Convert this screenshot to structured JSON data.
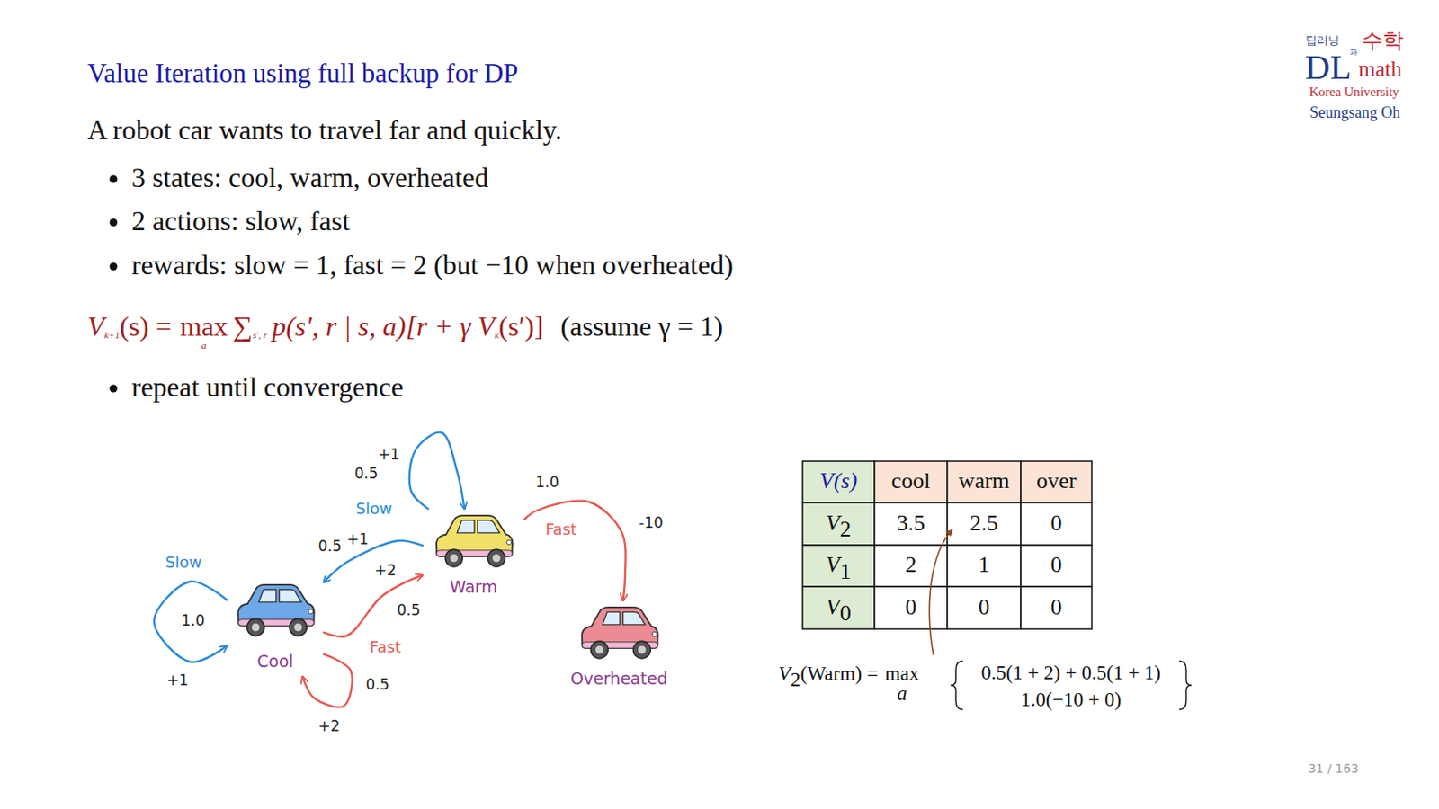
{
  "diagram": {
    "title": "Value Iteration using full backup for DP",
    "nodes": [
      {
        "text": [
          "Cool"
        ]
      },
      {
        "text": [
          "Warm"
        ]
      },
      {
        "text": [
          "Overheated"
        ]
      }
    ],
    "edges": [
      {
        "from": 0,
        "to": 0,
        "arrow": "to",
        "label": "Slow"
      },
      {
        "from": 0,
        "to": 1,
        "arrow": "to",
        "label": "Fast"
      },
      {
        "from": 0,
        "to": 0,
        "arrow": "to"
      },
      {
        "from": 1,
        "to": 1,
        "arrow": "to",
        "label": "Slow"
      },
      {
        "from": 1,
        "to": 0,
        "arrow": "to"
      },
      {
        "from": 1,
        "to": 2,
        "arrow": "to",
        "label": "Fast"
      }
    ],
    "labels": [
      "딥러닝",
      "과",
      "수학",
      "DL",
      "math",
      "Korea University",
      "Seungsang Oh",
      "A robot car wants to travel far and quickly.",
      "3 states: cool, warm, overheated",
      "2 actions: slow, fast",
      "rewards: slow = 1, fast = 2 (but −10 when overheated)",
      "V",
      "k+1",
      "(s) = ",
      "max",
      "a",
      "∑",
      "s′, r",
      "p(s′, r | s, a)[r + γ V",
      "k",
      "(s′)]",
      "(assume γ = 1)",
      "repeat until convergence",
      "1.0",
      "+1",
      "+2",
      "0.5",
      "0.5",
      "+2",
      "0.5",
      "+1",
      "0.5",
      "+1",
      "1.0",
      "-10",
      "V(s)",
      "cool",
      "warm",
      "over",
      "V",
      "2",
      "3.5",
      "2.5",
      "0",
      "V",
      "1",
      "2",
      "1",
      "0",
      "V",
      "0",
      "0",
      "0",
      "0",
      "V",
      "2",
      "(Warm) = ",
      "max",
      "a",
      "0.5(1 + 2) + 0.5(1 + 1)",
      "1.0(−10 + 0)",
      "31 / 163"
    ]
  }
}
